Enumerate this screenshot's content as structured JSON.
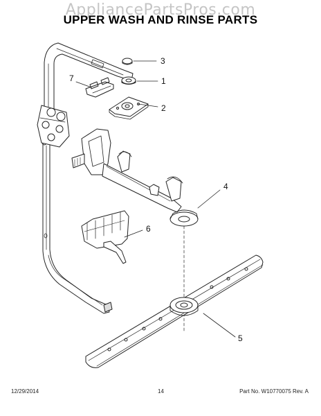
{
  "watermark": "AppliancePartsPros.com",
  "title": "UPPER WASH AND RINSE PARTS",
  "callouts": [
    "3",
    "1",
    "7",
    "2",
    "4",
    "6",
    "5"
  ],
  "footer": {
    "date": "12/29/2014",
    "page": "14",
    "part": "Part No. W10770075  Rev. A"
  }
}
